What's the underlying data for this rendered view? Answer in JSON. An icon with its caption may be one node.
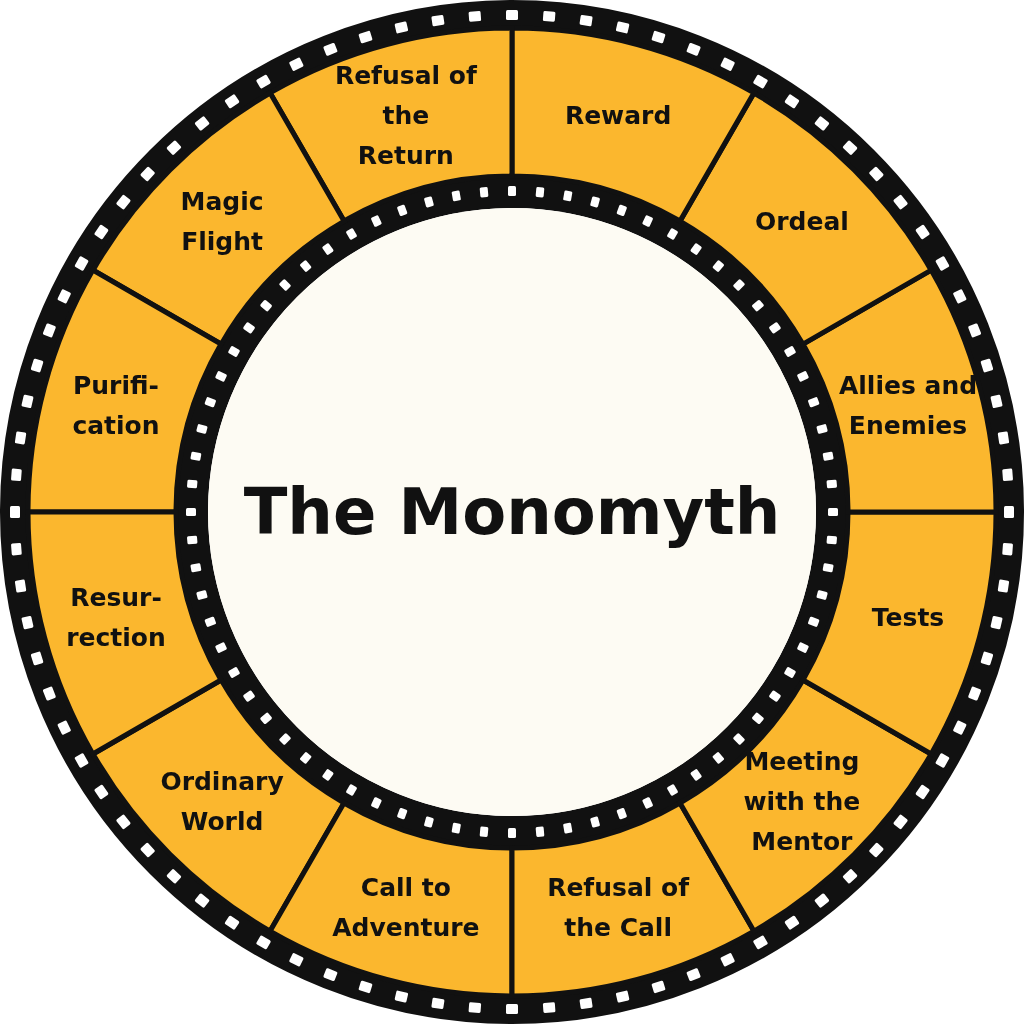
{
  "diagram": {
    "nodes": [
      {
        "text": [
          "The Monomyth"
        ]
      },
      {
        "text": [
          "Ordinary World"
        ]
      },
      {
        "text": [
          "Call to Adventure"
        ]
      },
      {
        "text": [
          "Refusal of the Call"
        ]
      },
      {
        "text": [
          "Meeting with the Mentor"
        ]
      },
      {
        "text": [
          "Tests"
        ]
      },
      {
        "text": [
          "Allies and Enemies"
        ]
      },
      {
        "text": [
          "Ordeal"
        ]
      },
      {
        "text": [
          "Reward"
        ]
      },
      {
        "text": [
          "Refusal of the Return"
        ]
      },
      {
        "text": [
          "Magic Flight"
        ]
      },
      {
        "text": [
          "Purifi- cation"
        ]
      },
      {
        "text": [
          "Resur- rection"
        ]
      }
    ]
  }
}
